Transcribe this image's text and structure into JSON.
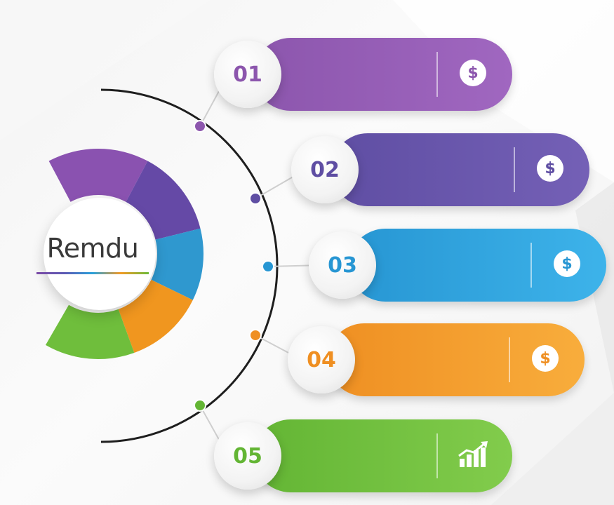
{
  "brand": {
    "name": "Remdu",
    "ring_colors": [
      "#8a52b0",
      "#6549a6",
      "#2f98cf",
      "#f0961f",
      "#6fbe3c"
    ]
  },
  "steps": [
    {
      "number": "01",
      "color": "#8c56ad",
      "color_light": "#a067c0",
      "icon": "dollar-coin-icon",
      "symbol": "$"
    },
    {
      "number": "02",
      "color": "#5f4ea3",
      "color_light": "#7460b6",
      "icon": "dollar-coin-icon",
      "symbol": "$"
    },
    {
      "number": "03",
      "color": "#2796d3",
      "color_light": "#3db3ea",
      "icon": "dollar-coin-icon",
      "symbol": "$"
    },
    {
      "number": "04",
      "color": "#ef8f22",
      "color_light": "#f8ad3c",
      "icon": "dollar-coin-icon",
      "symbol": "$"
    },
    {
      "number": "05",
      "color": "#63b534",
      "color_light": "#82cc4c",
      "icon": "growth-chart-icon",
      "symbol": ""
    }
  ]
}
